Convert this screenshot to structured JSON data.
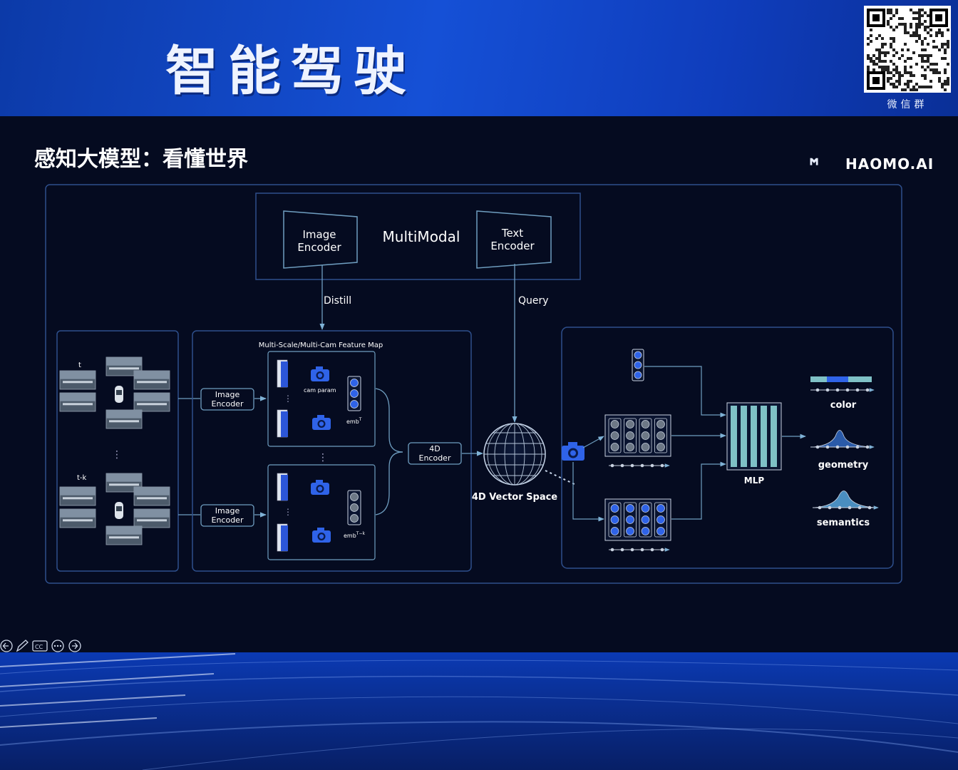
{
  "banner": {
    "title": "智能驾驶"
  },
  "qr": {
    "label": "微信群"
  },
  "slide": {
    "title": "感知大模型：看懂世界"
  },
  "logo": {
    "text": "HAOMO.AI"
  },
  "diagram": {
    "multimodal": {
      "label": "MultiModal",
      "image_encoder": [
        "Image",
        "Encoder"
      ],
      "text_encoder": [
        "Text",
        "Encoder"
      ]
    },
    "arrows": {
      "distill": "Distill",
      "query": "Query"
    },
    "inputs": {
      "t_label": "t",
      "tk_label": "t-k",
      "dots": "⋮"
    },
    "image_encoder_top": [
      "Image",
      "Encoder"
    ],
    "image_encoder_bottom": [
      "Image",
      "Encoder"
    ],
    "feature_map": {
      "title": "Multi-Scale/Multi-Cam Feature Map",
      "cam_param": "cam param",
      "emb_t": "emb",
      "emb_t_sup": "T",
      "emb_tk": "emb",
      "emb_tk_sup": "T−k"
    },
    "encoder_4d": [
      "4D",
      "Encoder"
    ],
    "vector_space": "4D Vector Space",
    "mlp": "MLP",
    "outputs": {
      "color": "color",
      "geometry": "geometry",
      "semantics": "semantics"
    }
  },
  "colors": {
    "line": "#6f9ec0",
    "accent_blue": "#2f63e8",
    "teal": "#7fc1c6",
    "frame": "#2e4f8c"
  },
  "controls": [
    "prev-icon",
    "pen-icon",
    "cc-icon",
    "more-icon",
    "next-icon"
  ]
}
